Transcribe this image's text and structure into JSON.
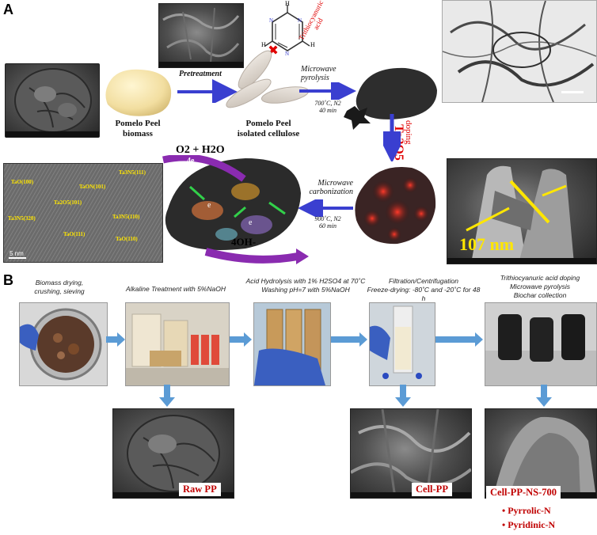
{
  "panel_a": {
    "letter": "A",
    "triazine_name_line1": "Trithiocyanuric",
    "triazine_name_line2": "acid",
    "atom_h": "H",
    "atom_n": "N",
    "biomass_label_line1": "Pomelo Peel",
    "biomass_label_line2": "biomass",
    "pretreatment_label": "Pretreatment",
    "cellulose_label_line1": "Pomelo Peel",
    "cellulose_label_line2": "isolated cellulose",
    "microwave_pyrolysis_line1": "Microwave",
    "microwave_pyrolysis_line2": "pyrolysis",
    "pyrolysis_cond_line1": "700˚C, N2",
    "pyrolysis_cond_line2": "40 min",
    "doping_formula": "Ta2O5",
    "doping_word": "doping",
    "microwave_carb_line1": "Microwave",
    "microwave_carb_line2": "carbonization",
    "carb_cond_line1": "900˚C, N2",
    "carb_cond_line2": "60 min",
    "reaction_reactant": "O2 + H2O",
    "reaction_electrons": "4e",
    "reaction_product": "4OH-",
    "electron_symbol": "e",
    "scale_label": "107 nm",
    "hrtem_scale": "5 nm",
    "hrtem_labels": [
      "TaO(100)",
      "Ta2O5(101)",
      "TaON(101)",
      "Ta3N5(111)",
      "Ta3N5(320)",
      "TaO(111)",
      "Ta3N5(110)",
      "TaO(110)"
    ]
  },
  "panel_b": {
    "letter": "B",
    "steps": [
      {
        "caption_lines": [
          "Biomass drying,",
          "crushing, sieving"
        ]
      },
      {
        "caption_lines": [
          "Alkaline Treatment with 5%NaOH"
        ]
      },
      {
        "caption_lines": [
          "Acid Hydrolysis with 1% H2SO4 at 70˚C",
          "Washing pH=7 with 5%NaOH"
        ]
      },
      {
        "caption_lines": [
          "Filtration/Centrifugation",
          "Freeze-drying: -80˚C and -20˚C for 48 h"
        ]
      },
      {
        "caption_lines": [
          "Trithiocyanuric acid doping",
          "Microwave pyrolysis",
          "Biochar collection"
        ]
      }
    ],
    "sem_labels": [
      "Raw PP",
      "Cell-PP",
      "Cell-PP-NS-700"
    ],
    "nitrogen_types": [
      "Pyrrolic-N",
      "Pyridinic-N"
    ]
  },
  "colors": {
    "arrow_blue": "#3a3fd0",
    "arrow_light_blue": "#5b9bd5",
    "label_red": "#c00000",
    "hrtem_yellow": "#ffe600",
    "flow_purple": "#8a2bb0"
  }
}
